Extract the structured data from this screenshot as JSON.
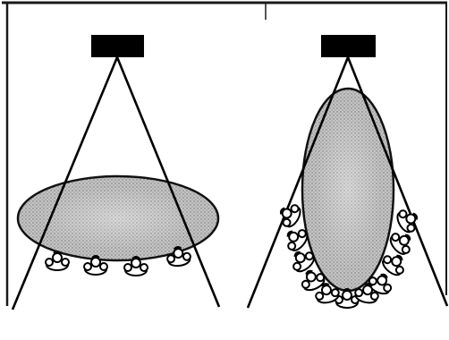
{
  "figure": {
    "panels": [
      {
        "id": "left",
        "shape": "horizontal-ellipse",
        "people_count": 4
      },
      {
        "id": "right",
        "shape": "vertical-ellipse",
        "people_count": 11
      }
    ],
    "colors": {
      "frame": "#1a1a1a",
      "projector": "#000000",
      "beam": "#000000",
      "ellipse_fill": "#b8b8b8",
      "ellipse_stroke": "#111111",
      "figure_fill": "#ffffff"
    },
    "icons": [
      "projector-icon",
      "person-icon"
    ]
  }
}
